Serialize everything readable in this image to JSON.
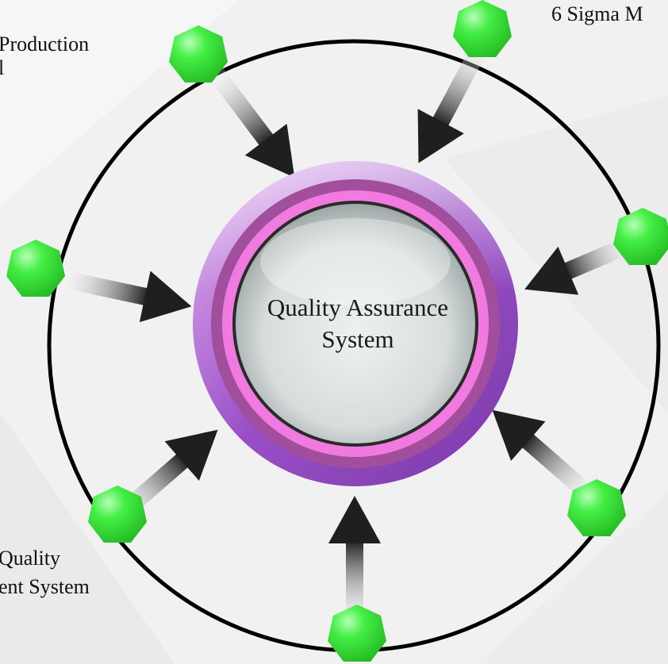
{
  "center": {
    "line1": "Quality Assurance",
    "line2": "System"
  },
  "labels": {
    "top_left_line1": "Production",
    "top_left_line2": "l",
    "top_right": "6 Sigma M",
    "bottom_left_line1": "Quality",
    "bottom_left_line2": "ent System"
  },
  "colors": {
    "node": "#3ee83e",
    "outer_ring": "#8a3fb5",
    "inner_ring": "#f07ae0",
    "center_fill": "#d9dede",
    "arrow": "#2a2a2a"
  }
}
